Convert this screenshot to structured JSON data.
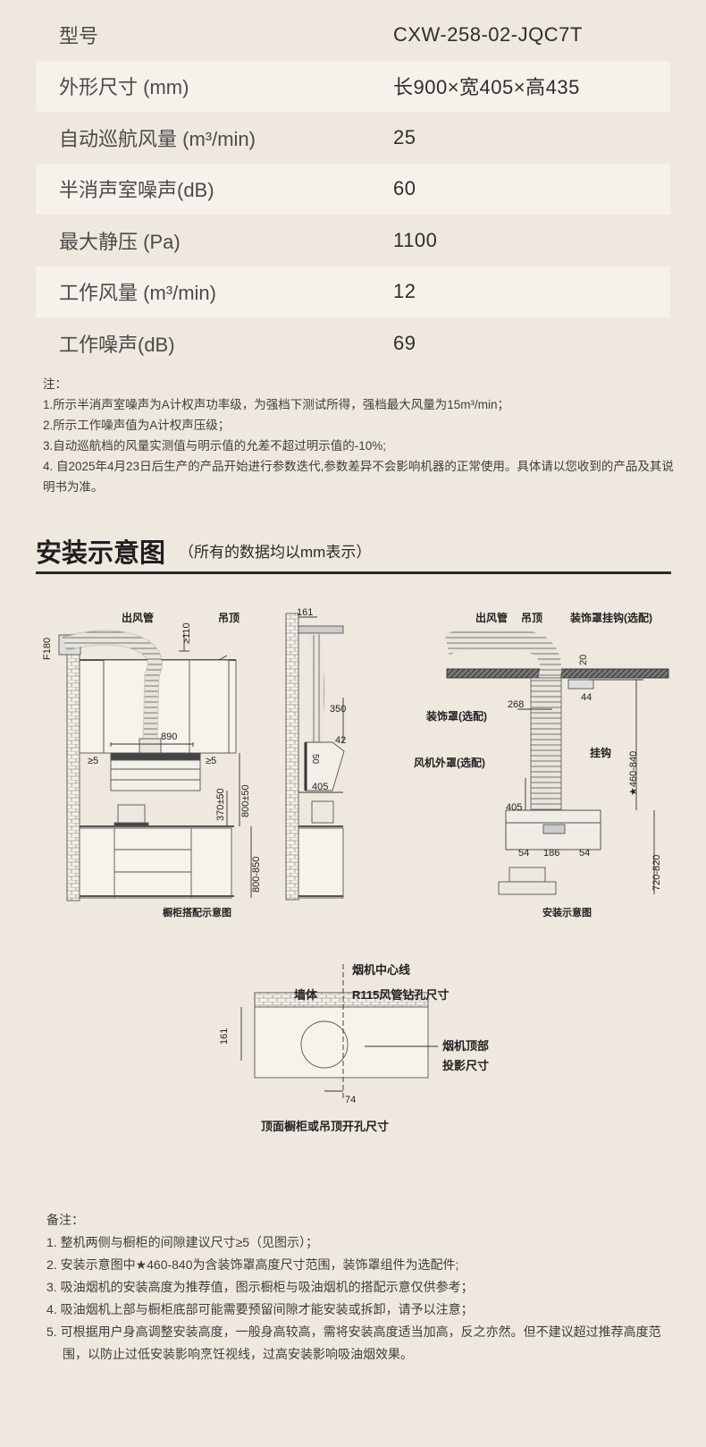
{
  "specs": [
    {
      "label": "型号",
      "value": "CXW-258-02-JQC7T"
    },
    {
      "label": "外形尺寸 (mm)",
      "value": "长900×宽405×高435"
    },
    {
      "label": "自动巡航风量 (m³/min)",
      "value": "25"
    },
    {
      "label": "半消声室噪声(dB)",
      "value": "60"
    },
    {
      "label": "最大静压 (Pa)",
      "value": "1100"
    },
    {
      "label": "工作风量 (m³/min)",
      "value": "12"
    },
    {
      "label": "工作噪声(dB)",
      "value": "69"
    }
  ],
  "notes1": {
    "title": "注：",
    "items": [
      "1.所示半消声室噪声为A计权声功率级，为强档下测试所得，强档最大风量为15m³/min；",
      "2.所示工作噪声值为A计权声压级；",
      "3.自动巡航档的风量实测值与明示值的允差不超过明示值的-10%;",
      "4. 自2025年4月23日后生产的产品开始进行参数迭代,参数差异不会影响机器的正常使用。具体请以您收到的产品及其说明书为准。"
    ]
  },
  "section": {
    "title": "安装示意图",
    "subtitle": "（所有的数据均以mm表示）"
  },
  "diagram": {
    "cabinet": {
      "caption": "橱柜搭配示意图",
      "duct_label": "出风管",
      "ceiling_label": "吊顶",
      "f180": "F180",
      "d110": "≥110",
      "d890": "890",
      "gap_left": "≥5",
      "gap_right": "≥5",
      "d370": "370±50",
      "d800": "800±50",
      "d800_850": "800-850"
    },
    "side": {
      "d161": "161",
      "d350": "350",
      "d42": "42",
      "d50": "50",
      "d405": "405"
    },
    "install": {
      "caption": "安装示意图",
      "duct_label": "出风管",
      "ceiling_label": "吊顶",
      "hook_label": "装饰罩挂钩(选配)",
      "cover_label": "装饰罩(选配)",
      "fan_cover_label": "风机外罩(选配)",
      "hanger_label": "挂钩",
      "d20": "20",
      "d44": "44",
      "d268": "268",
      "d405": "405",
      "d460_840": "★460-840",
      "d54a": "54",
      "d186": "186",
      "d54b": "54",
      "d720_820": "720-820"
    },
    "top": {
      "caption": "顶面橱柜或吊顶开孔尺寸",
      "center_label": "烟机中心线",
      "wall_label": "墙体",
      "hole_label": "R115风管钻孔尺寸",
      "projection_label_1": "烟机顶部",
      "projection_label_2": "投影尺寸",
      "d161": "161",
      "d74": "74"
    }
  },
  "notes2": {
    "title": "备注：",
    "items": [
      "1. 整机两侧与橱柜的间隙建议尺寸≥5（见图示）；",
      "2. 安装示意图中★460-840为含装饰罩高度尺寸范围，装饰罩组件为选配件;",
      "3. 吸油烟机的安装高度为推荐值，图示橱柜与吸油烟机的搭配示意仅供参考；",
      "4. 吸油烟机上部与橱柜底部可能需要预留间隙才能安装或拆卸，请予以注意；",
      "5. 可根据用户身高调整安装高度，一般身高较高，需将安装高度适当加高，反之亦然。但不建议超过推荐高度范围，以防止过低安装影响烹饪视线，过高安装影响吸油烟效果。"
    ]
  }
}
